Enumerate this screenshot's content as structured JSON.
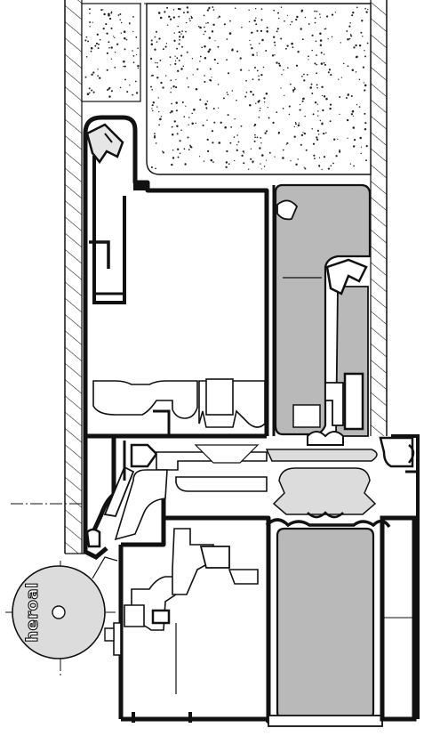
{
  "diagram": {
    "type": "window-profile-cross-section",
    "logo": {
      "text": "heroal",
      "icon": "heroal-logo-seal"
    },
    "colors": {
      "profile": "#111111",
      "glass": "#b9b9b9",
      "seal_fill": "#dcdcdc",
      "insulation_dots": "#222222",
      "background": "#ffffff"
    }
  }
}
